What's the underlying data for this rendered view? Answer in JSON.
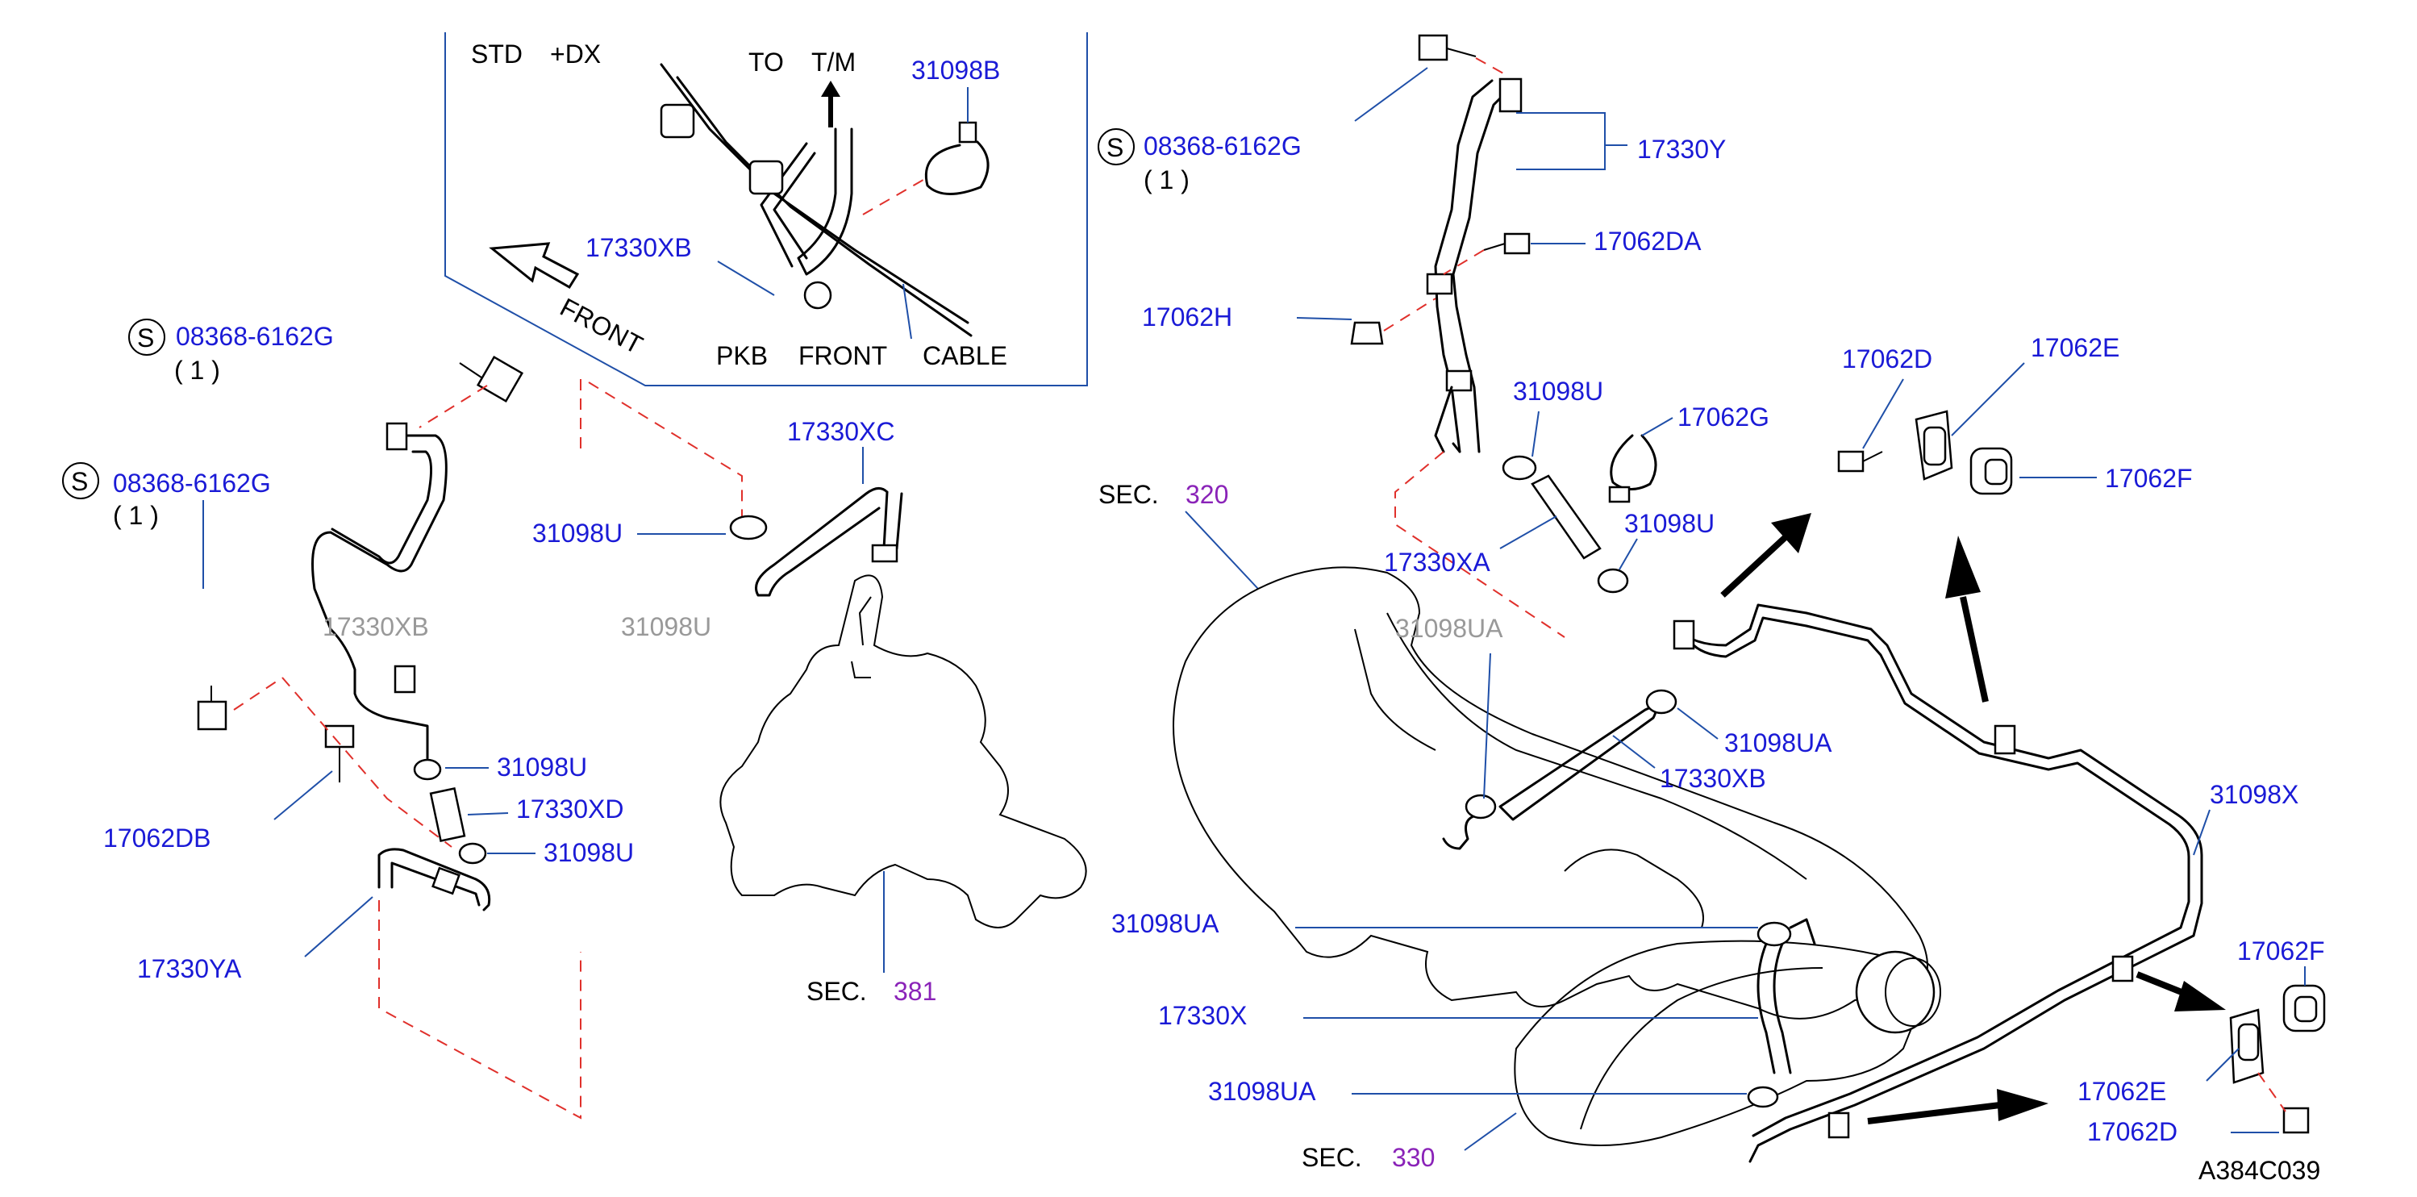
{
  "inset": {
    "std": "STD",
    "dx": "+DX",
    "to": "TO",
    "tm": "T/M",
    "front": "FRONT",
    "pkb": "PKB",
    "front_cable": "FRONT",
    "cable": "CABLE"
  },
  "labels": {
    "p31098B": "31098B",
    "p17330XB_inset": "17330XB",
    "s_left_1": "S",
    "p08368_left_1": "08368-6162G",
    "q_left_1": "( 1 )",
    "s_left_2": "S",
    "p08368_left_2": "08368-6162G",
    "q_left_2": "( 1 )",
    "p17330XC": "17330XC",
    "p31098U_a": "31098U",
    "p31098U_b": "31098U",
    "p17330XD": "17330XD",
    "p31098U_c": "31098U",
    "p17062DB": "17062DB",
    "p17330YA": "17330YA",
    "sec381": "SEC.",
    "sec381_num": "381",
    "s_right": "S",
    "p08368_right": "08368-6162G",
    "q_right": "( 1 )",
    "p17330Y": "17330Y",
    "p17062DA": "17062DA",
    "p17062H": "17062H",
    "p31098U_d": "31098U",
    "p17062G": "17062G",
    "p17062D_top": "17062D",
    "p17062E_top": "17062E",
    "p17062F_top": "17062F",
    "sec320": "SEC.",
    "sec320_num": "320",
    "p17330XA": "17330XA",
    "p31098U_e": "31098U",
    "p31098UA_a": "31098UA",
    "p17330XB_main": "17330XB",
    "p31098X": "31098X",
    "p31098UA_b": "31098UA",
    "p17330X": "17330X",
    "p31098UA_c": "31098UA",
    "sec330": "SEC.",
    "sec330_num": "330",
    "p17062F_bot": "17062F",
    "p17062E_bot": "17062E",
    "p17062D_bot": "17062D",
    "code": "A384C039"
  },
  "colors": {
    "label_blue": "#1a1ad6",
    "section_purple": "#8a23b8",
    "leader_blue": "#1f4fa8",
    "phantom_red": "#e0302b"
  }
}
